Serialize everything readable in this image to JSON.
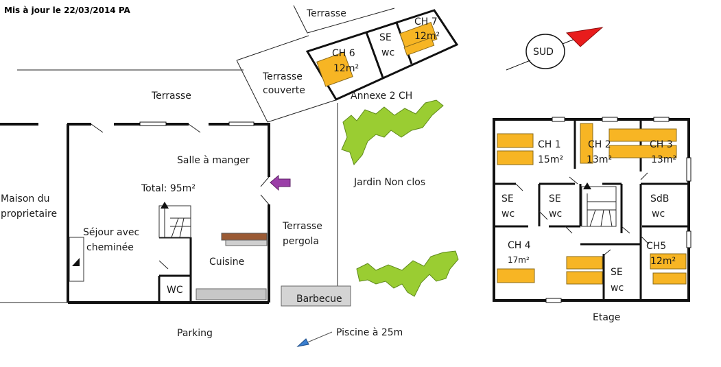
{
  "header": {
    "updated": "Mis à jour le  22/03/2014  PA"
  },
  "labels": {
    "terrasse_top": "Terrasse",
    "ch6": "CH 6",
    "ch6_area": "12m²",
    "se_annex_1": "SE",
    "se_annex_2": "wc",
    "ch7": "CH 7",
    "ch7_area": "12m²",
    "terrasse_couverte_1": "Terrasse",
    "terrasse_couverte_2": "couverte",
    "annexe": "Annexe 2 CH",
    "terrasse_left": "Terrasse",
    "salle_a_manger": "Salle à manger",
    "total": "Total: 95m²",
    "maison_1": "Maison du",
    "maison_2": "proprietaire",
    "sejour_1": "Séjour avec",
    "sejour_2": "cheminée",
    "cuisine": "Cuisine",
    "wc": "WC",
    "terrasse_pergola_1": "Terrasse",
    "terrasse_pergola_2": "pergola",
    "jardin": "Jardin Non clos",
    "barbecue": "Barbecue",
    "parking": "Parking",
    "piscine": "Piscine à 25m",
    "sud": "SUD",
    "etage": "Etage",
    "ch1": "CH 1",
    "ch1_area": "15m²",
    "ch2": "CH 2",
    "ch2_area": "13m²",
    "ch3": "CH 3",
    "ch3_area": "13m²",
    "se1_1": "SE",
    "se1_2": "wc",
    "se2_1": "SE",
    "se2_2": "wc",
    "sdb_1": "SdB",
    "sdb_2": "wc",
    "ch4": "CH 4",
    "ch4_area": "17m²",
    "se3_1": "SE",
    "se3_2": "wc",
    "ch5": "CH5",
    "ch5_area": "12m²"
  },
  "colors": {
    "bed": "#f7b524",
    "arrow_purple": "#9b3fa8",
    "arrow_red": "#e81c1c",
    "arrow_blue": "#3a7fd0",
    "bush": "#9acd32"
  }
}
